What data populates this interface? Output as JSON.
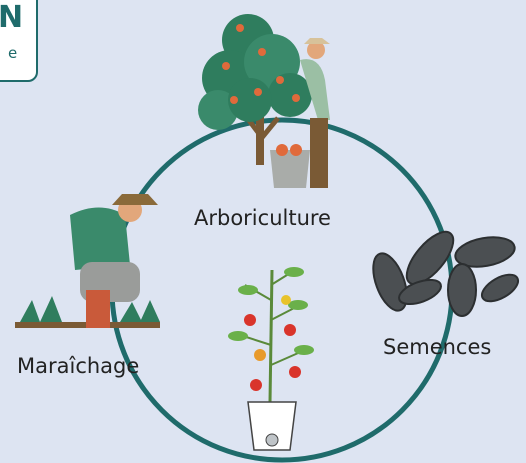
{
  "badge": {
    "big": "N",
    "small": "e"
  },
  "labels": {
    "arboriculture": "Arboriculture",
    "semences": "Semences",
    "maraichage": "Maraîchage"
  },
  "colors": {
    "background": "#dde4f2",
    "cycle_ring": "#1f6b6b",
    "foliage": "#2f7d5e",
    "fruit": "#e06a3b",
    "seed": "#4b4f52"
  },
  "icons": [
    "orchard-worker-icon",
    "gardener-icon",
    "tomato-plant-icon",
    "sunflower-seeds-icon"
  ]
}
